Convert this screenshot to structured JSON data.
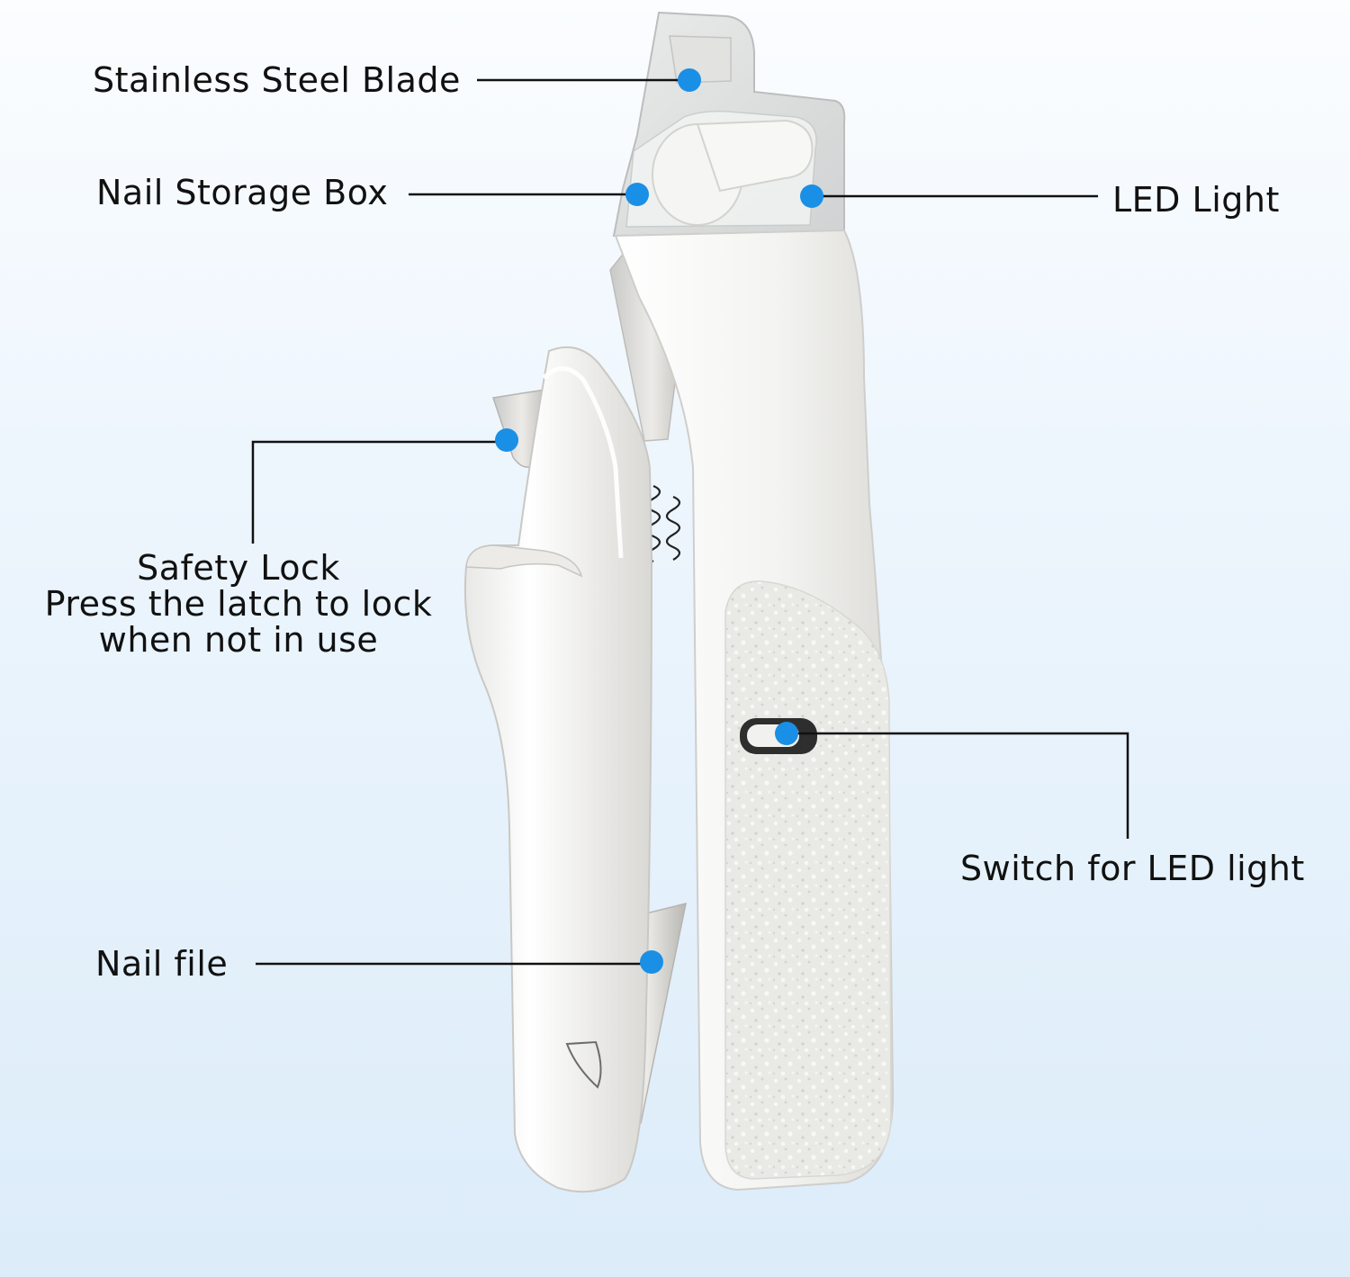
{
  "callouts": {
    "blade": "Stainless Steel Blade",
    "storage": "Nail Storage Box",
    "led": "LED Light",
    "safety_lock": {
      "line1": "Safety Lock",
      "line2": "Press the latch to lock",
      "line3": "when not in use"
    },
    "switch": "Switch for LED light",
    "nail_file": "Nail file"
  },
  "colors": {
    "dot": "#1a8fe6",
    "text": "#111111",
    "background_top": "#fbfdff",
    "background_bottom": "#dcecf9",
    "body": "#f4f4f2",
    "texture": "#e6e6e2"
  }
}
